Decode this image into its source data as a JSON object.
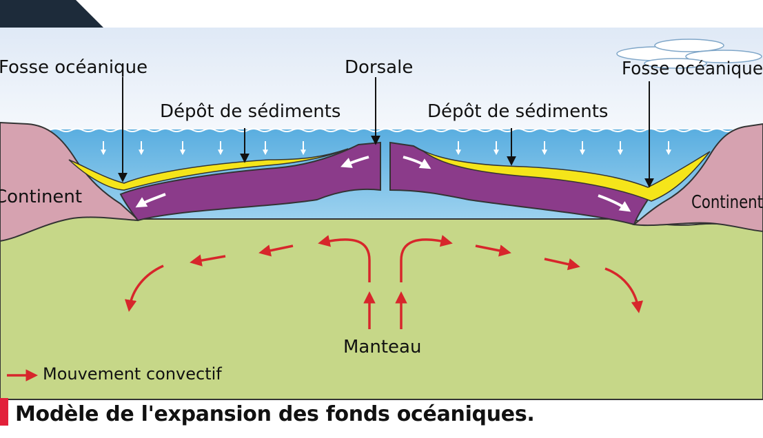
{
  "labels": {
    "fosse_left": "Fosse océanique",
    "fosse_right": "Fosse océanique",
    "dorsale": "Dorsale",
    "depot_left": "Dépôt de sédiments",
    "depot_right": "Dépôt de sédiments",
    "continent_left": "Continent",
    "continent_right": "Continent",
    "manteau": "Manteau"
  },
  "legend": {
    "convective": "Mouvement convectif"
  },
  "caption": "Modèle de l'expansion des fonds océaniques.",
  "colors": {
    "ocean": "#6ab4e0",
    "sky": "#e4eef8",
    "mantle": "#c6d788",
    "continent": "#d6a2b0",
    "sediment": "#f5e51a",
    "crust": "#8b3b8a",
    "arrow_red": "#d7262b",
    "arrow_white": "#ffffff",
    "caption_tab": "#e2203a"
  }
}
